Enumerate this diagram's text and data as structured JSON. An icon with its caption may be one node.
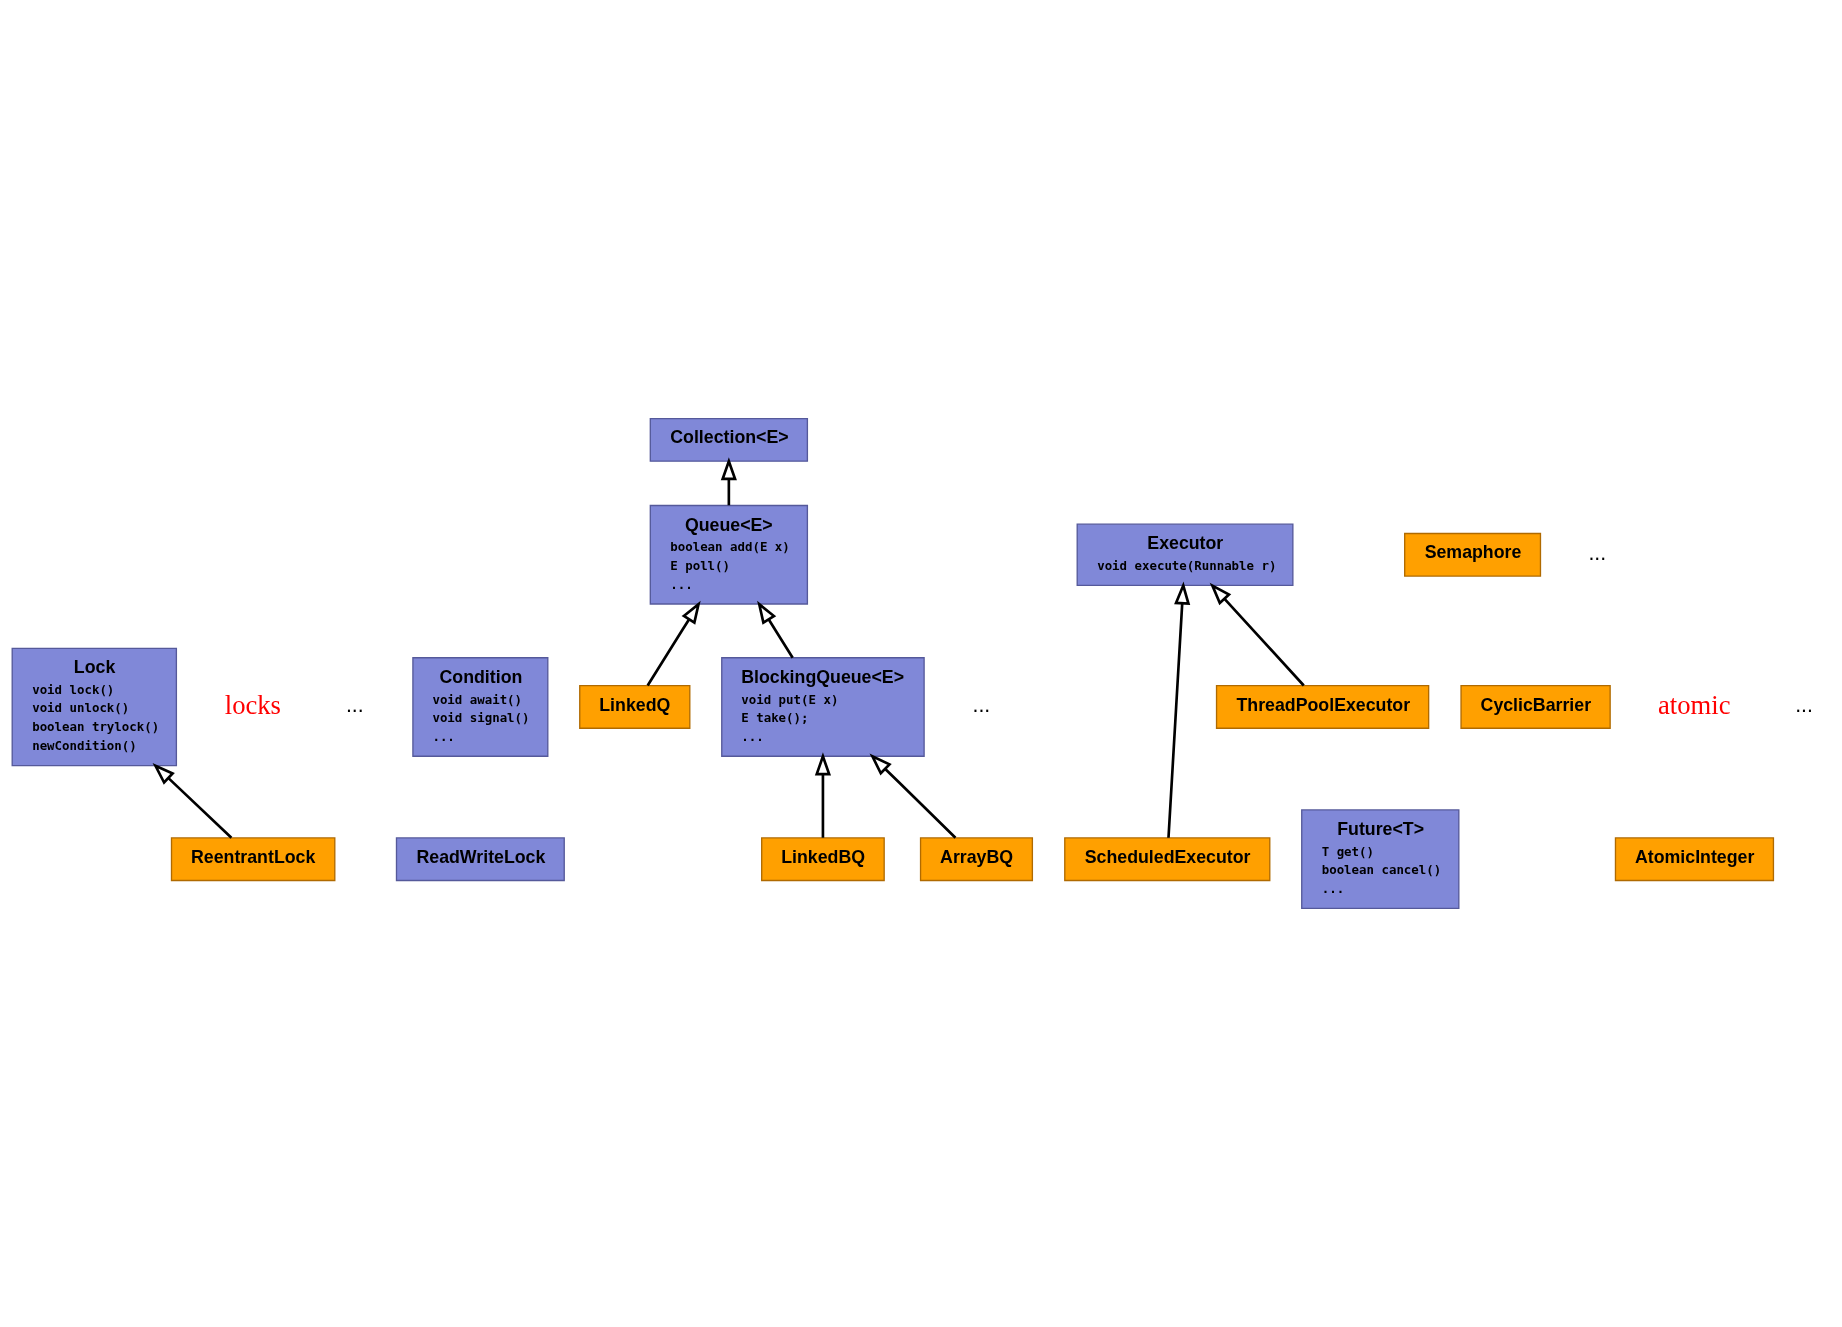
{
  "diagram": {
    "nodes": [
      {
        "text": [
          "Lock",
          "void lock() void unlock() boolean trylock() newCondition()"
        ]
      },
      {
        "text": [
          "Condition",
          "void await() void signal() ..."
        ]
      },
      {
        "text": [
          "ReadWriteLock"
        ]
      },
      {
        "text": [
          "Collection<E>"
        ]
      },
      {
        "text": [
          "Queue<E>",
          "boolean add(E x) E poll() ..."
        ]
      },
      {
        "text": [
          "ReentrantLock"
        ]
      },
      {
        "text": [
          "LinkedQ"
        ]
      },
      {
        "text": [
          "BlockingQueue<E>",
          "void put(E x) E take(); ..."
        ]
      },
      {
        "text": [
          "Executor",
          "void execute(Runnable r)"
        ]
      },
      {
        "text": [
          "ArrayBQ"
        ]
      },
      {
        "text": [
          "LinkedBQ"
        ]
      },
      {
        "text": [
          "ThreadPoolExecutor"
        ]
      },
      {
        "text": [
          "Semaphore"
        ]
      },
      {
        "text": [
          "ScheduledExecutor"
        ]
      },
      {
        "text": [
          "Future<T>",
          "T get() boolean cancel() ..."
        ]
      },
      {
        "text": [
          "CyclicBarrier"
        ]
      },
      {
        "text": [
          "AtomicInteger"
        ]
      }
    ],
    "edges": [
      {
        "from": 5,
        "to": 0,
        "arrow": "to"
      },
      {
        "from": 4,
        "to": 3,
        "arrow": "to"
      },
      {
        "from": 6,
        "to": 4,
        "arrow": "to"
      },
      {
        "from": 7,
        "to": 4,
        "arrow": "to"
      },
      {
        "from": 9,
        "to": 7,
        "arrow": "to"
      },
      {
        "from": 10,
        "to": 7,
        "arrow": "to"
      },
      {
        "from": 11,
        "to": 8,
        "arrow": "to"
      },
      {
        "from": 13,
        "to": 8,
        "arrow": "to"
      }
    ],
    "labels": [
      "locks",
      "...",
      "...",
      "...",
      "atomic",
      "..."
    ]
  }
}
